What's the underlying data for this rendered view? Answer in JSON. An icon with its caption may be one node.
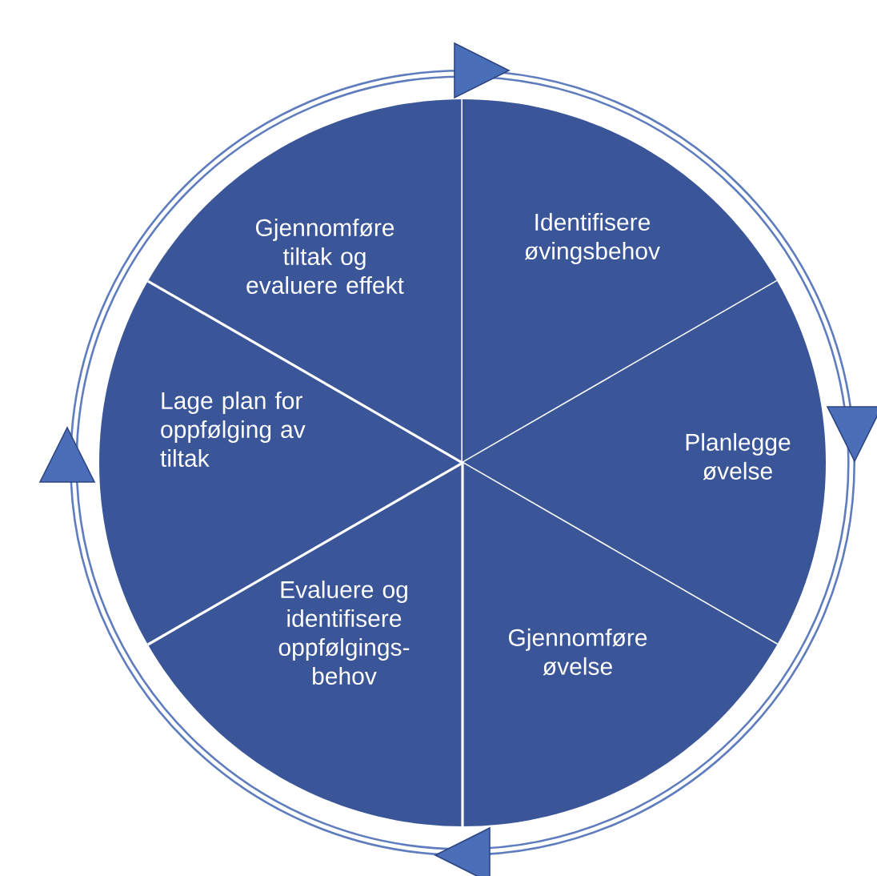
{
  "diagram": {
    "nodes": [
      {
        "text": [
          "Gjennomføre tiltak og evaluere effekt"
        ]
      },
      {
        "text": [
          "Identifisere øvingsbehov"
        ]
      },
      {
        "text": [
          "Lage plan for oppfølging av tiltak"
        ]
      },
      {
        "text": [
          "Planlegge øvelse"
        ]
      },
      {
        "text": [
          "Evaluere og identifisere oppfølgings- behov"
        ]
      },
      {
        "text": [
          "Gjennomføre øvelse"
        ]
      }
    ]
  }
}
